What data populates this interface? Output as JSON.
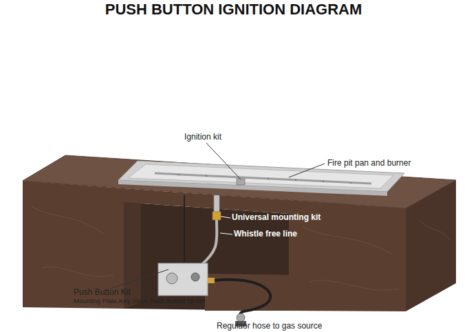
{
  "diagram": {
    "title": "PUSH BUTTON IGNITION DIAGRAM",
    "labels": [
      "Ignition kit",
      "Fire pit pan and burner",
      "Universal mounting kit",
      "Whistle free line",
      "Push Button Kit",
      "Mounting Plate,Key Valve,Push Button Igniter",
      "Regulaor hose to gas source"
    ]
  }
}
